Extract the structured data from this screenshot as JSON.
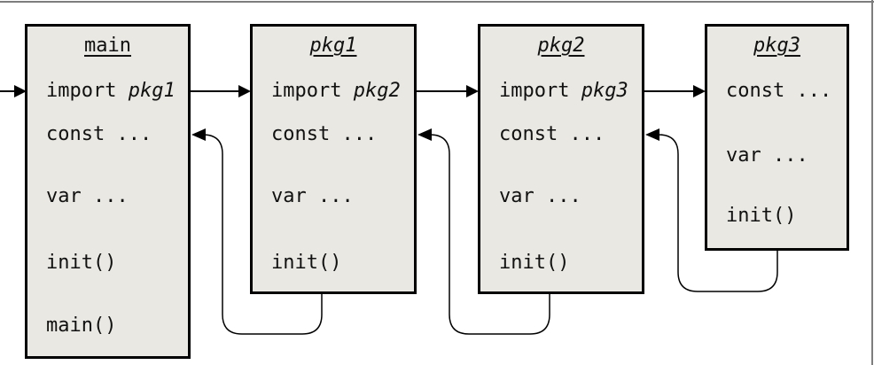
{
  "colors": {
    "background": "#ffffff",
    "box_fill": "#e9e8e2",
    "box_border": "#000000",
    "connector": "#000000",
    "frame": "#7d7d7d",
    "text": "#111111"
  },
  "boxes": [
    {
      "name": "main",
      "title": "main",
      "import_keyword": "import ",
      "import_target": "pkg1",
      "const_label": "const ...",
      "var_label": "var ...",
      "init_label": "init()",
      "main_label": "main()"
    },
    {
      "name": "pkg1",
      "title": "pkg1",
      "import_keyword": "import ",
      "import_target": "pkg2",
      "const_label": "const ...",
      "var_label": "var ...",
      "init_label": "init()"
    },
    {
      "name": "pkg2",
      "title": "pkg2",
      "import_keyword": "import ",
      "import_target": "pkg3",
      "const_label": "const ...",
      "var_label": "var ...",
      "init_label": "init()"
    },
    {
      "name": "pkg3",
      "title": "pkg3",
      "const_label": "const ...",
      "var_label": "var ...",
      "init_label": "init()"
    }
  ],
  "icons": {
    "right_arrow": "▶",
    "left_arrow": "◀",
    "down_arrow": "▼"
  }
}
